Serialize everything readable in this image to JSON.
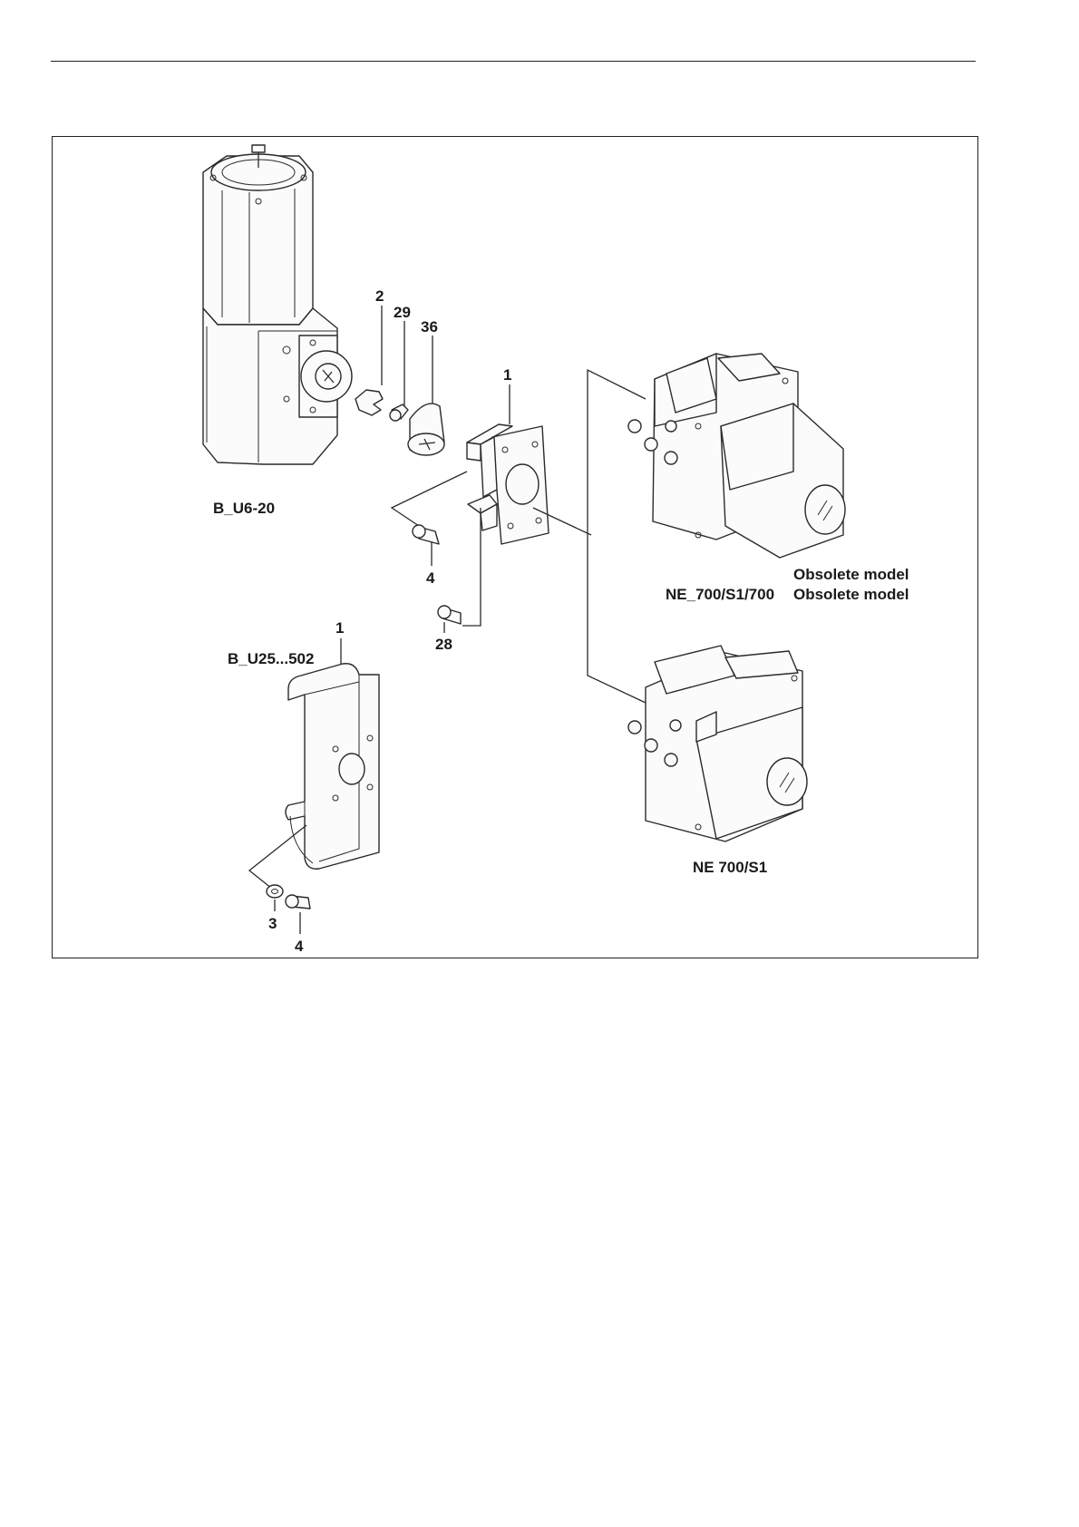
{
  "labels": {
    "model_b_u6": "B_U6-20",
    "model_b_u25": "B_U25...502",
    "model_ne_700_s1_700": "NE_700/S1/700",
    "obsolete_1": "Obsolete model",
    "obsolete_2": "Obsolete model",
    "model_ne_700_s1": "NE 700/S1"
  },
  "part_numbers": {
    "p2": "2",
    "p29": "29",
    "p36": "36",
    "p1_top": "1",
    "p4_top": "4",
    "p28": "28",
    "p1_bottom": "1",
    "p3": "3",
    "p4_bottom": "4"
  }
}
